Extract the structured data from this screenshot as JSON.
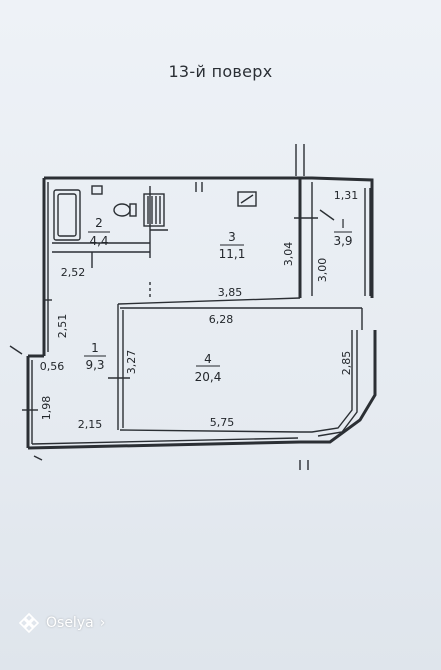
{
  "title": "13-й поверх",
  "rooms": [
    {
      "number": "1",
      "area": "9,3"
    },
    {
      "number": "2",
      "area": "4,4"
    },
    {
      "number": "3",
      "area": "11,1"
    },
    {
      "number": "4",
      "area": "20,4"
    },
    {
      "number": "I",
      "area": "3,9"
    }
  ],
  "dimensions": {
    "d_1_31": "1,31",
    "d_2_52": "2,52",
    "d_3_04": "3,04",
    "d_3_00": "3,00",
    "d_3_85": "3,85",
    "d_6_28": "6,28",
    "d_2_51": "2,51",
    "d_0_56": "0,56",
    "d_3_27": "3,27",
    "d_2_85": "2,85",
    "d_1_98": "1,98",
    "d_2_15": "2,15",
    "d_5_75": "5,75"
  },
  "watermark": {
    "text": "Oselya",
    "icon": "oselya-logo-icon",
    "arrow": "›"
  },
  "colors": {
    "background": "#e9eef4",
    "lines": "#2b2f34",
    "text": "#23272c"
  }
}
